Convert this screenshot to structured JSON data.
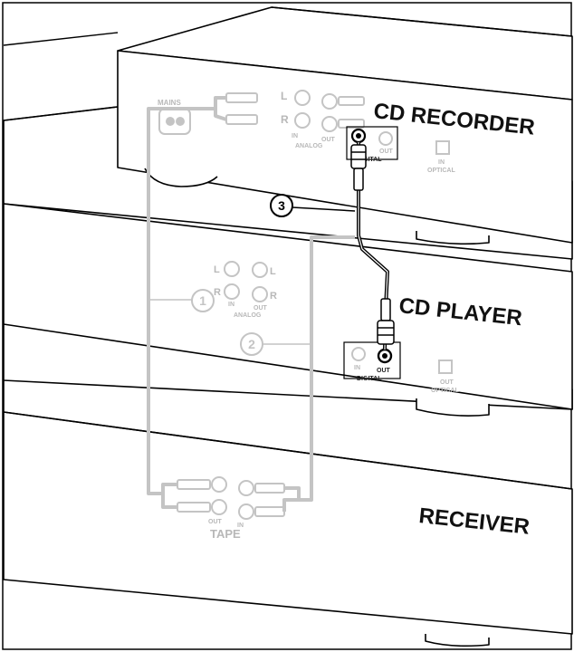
{
  "devices": {
    "cd_recorder": "CD RECORDER",
    "cd_player": "CD PLAYER",
    "receiver": "RECEIVER"
  },
  "recorder_panel": {
    "mains": "MAINS",
    "left": "L",
    "right": "R",
    "in": "IN",
    "out": "OUT",
    "analog": "ANALOG",
    "digital": "DIGITAL",
    "digital_out": "OUT",
    "optical_in": "IN",
    "optical": "OPTICAL"
  },
  "player_panel": {
    "left": "L",
    "right": "R",
    "in": "IN",
    "out": "OUT",
    "analog": "ANALOG",
    "digital_in": "IN",
    "digital_out": "OUT",
    "digital": "DIGITAL",
    "optical_out": "OUT",
    "optical": "OPTICAL"
  },
  "receiver_panel": {
    "out": "OUT",
    "in": "IN",
    "tape": "TAPE"
  },
  "callouts": {
    "one": "1",
    "two": "2",
    "three": "3"
  },
  "colors": {
    "outline": "#000000",
    "analog_cable": "#c4c4c4",
    "digital_cable": "#000000",
    "faded_text": "#b8b8b8"
  }
}
